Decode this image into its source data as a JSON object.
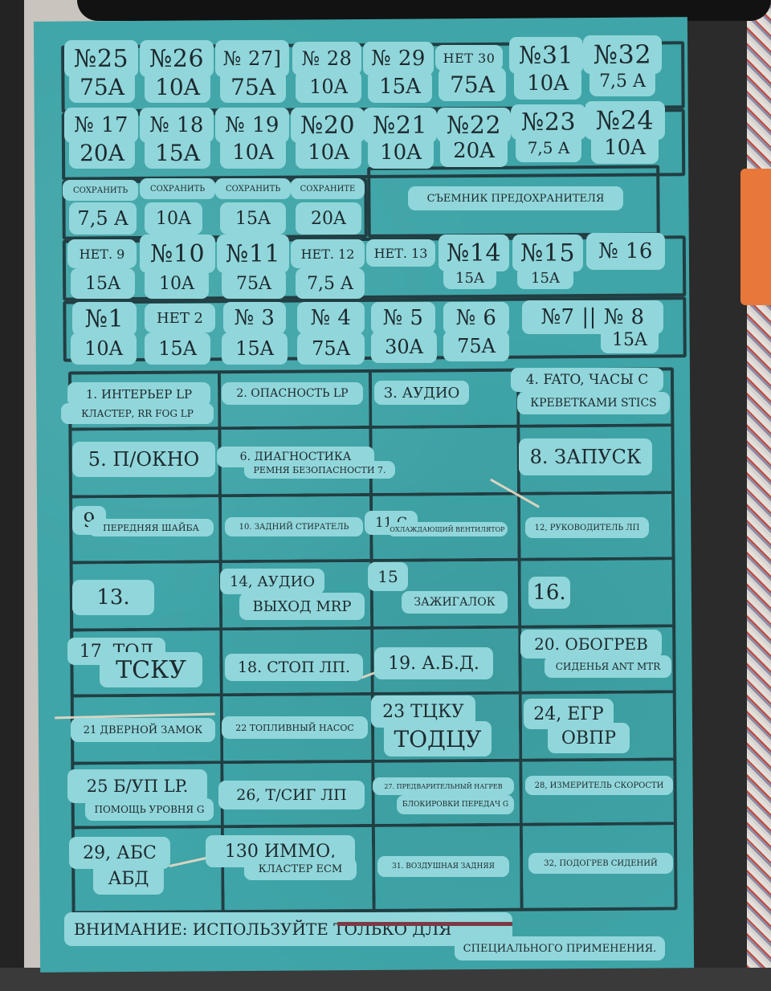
{
  "fuse_rows": [
    [
      {
        "num": "№25",
        "amp": "75A"
      },
      {
        "num": "№26",
        "amp": "10A"
      },
      {
        "num": "№ 27]",
        "amp": "75A"
      },
      {
        "num": "№ 28",
        "amp": "10A"
      },
      {
        "num": "№ 29",
        "amp": "15A"
      },
      {
        "num": "НЕТ 30",
        "amp": "75A"
      },
      {
        "num": "№31",
        "amp": "10A"
      },
      {
        "num": "№32",
        "amp": "7,5 A"
      }
    ],
    [
      {
        "num": "№ 17",
        "amp": "20A"
      },
      {
        "num": "№ 18",
        "amp": "15A"
      },
      {
        "num": "№ 19",
        "amp": "10A"
      },
      {
        "num": "№20",
        "amp": "10A"
      },
      {
        "num": "№21",
        "amp": "10A"
      },
      {
        "num": "№22",
        "amp": "20A"
      },
      {
        "num": "№23",
        "amp": "7,5 A"
      },
      {
        "num": "№24",
        "amp": "10A"
      }
    ],
    [
      {
        "num": "СОХРАНИТЬ",
        "amp": "7,5 A"
      },
      {
        "num": "СОХРАНИТЬ",
        "amp": "10A"
      },
      {
        "num": "СОХРАНИТЬ",
        "amp": "15A"
      },
      {
        "num": "СОХРАНИТЕ",
        "amp": "20A"
      }
    ],
    [
      {
        "num": "НЕТ. 9",
        "amp": "15A"
      },
      {
        "num": "№10",
        "amp": "10A"
      },
      {
        "num": "№11",
        "amp": "75A"
      },
      {
        "num": "НЕТ. 12",
        "amp": "7,5 A"
      },
      {
        "num": "НЕТ. 13",
        "amp": ""
      },
      {
        "num": "№14",
        "amp": "15A"
      },
      {
        "num": "№15",
        "amp": "15A"
      },
      {
        "num": "№ 16",
        "amp": ""
      }
    ],
    [
      {
        "num": "№1",
        "amp": "10A"
      },
      {
        "num": "НЕТ 2",
        "amp": "15A"
      },
      {
        "num": "№ 3",
        "amp": "15A"
      },
      {
        "num": "№ 4",
        "amp": "75A"
      },
      {
        "num": "№ 5",
        "amp": "30A"
      },
      {
        "num": "№ 6",
        "amp": "75A"
      },
      {
        "num": "№7 || № 8",
        "amp": "15A"
      }
    ]
  ],
  "fuse_puller": "СЪЕМНИК ПРЕДОХРАНИТЕЛЯ",
  "circuits": {
    "c1a": "1. ИНТЕРЬЕР LP",
    "c1b": "КЛАСТЕР, RR FOG LP",
    "c2": "2. ОПАСНОСТЬ LP",
    "c3": "3. АУДИО",
    "c4a": "4. FATO, ЧАСЫ С",
    "c4b": "КРЕВЕТКАМИ STICS",
    "c5": "5. П/ОКНО",
    "c6a": "6. ДИАГНОСТИКА",
    "c6b": "РЕМНЯ БЕЗОПАСНОСТИ 7.",
    "c8": "8. ЗАПУСК",
    "c9a": "9",
    "c9b": "ПЕРЕДНЯЯ ШАЙБА",
    "c10": "10. ЗАДНИЙ СТИРАТЕЛЬ",
    "c11a": "11 С",
    "c11b": "ОХЛАЖДАЮЩИЙ ВЕНТИЛЯТОР",
    "c12": "12, РУКОВОДИТЕЛЬ ЛП",
    "c13": "13.",
    "c14a": "14, АУДИО",
    "c14b": "ВЫХОД MRP",
    "c15a": "15",
    "c15b": "ЗАЖИГАЛОК",
    "c16": "16.",
    "c17a": "17. ТОД",
    "c17b": "ТСКУ",
    "c18": "18. СТОП ЛП.",
    "c19": "19. А.Б.Д.",
    "c20a": "20. ОБОГРЕВ",
    "c20b": "СИДЕНЬЯ ANT MTR",
    "c21": "21 ДВЕРНОЙ ЗАМОК",
    "c22": "22 ТОПЛИВНЫЙ НАСОС",
    "c23a": "23 ТЦКУ",
    "c23b": "ТОДЦУ",
    "c24a": "24, ЕГР",
    "c24b": "ОВПР",
    "c25a": "25 Б/УП LP.",
    "c25b": "ПОМОЩЬ УРОВНЯ G",
    "c26": "26, Т/СИГ ЛП",
    "c27a": "27. ПРЕДВАРИТЕЛЬНЫЙ НАГРЕВ",
    "c27b": "БЛОКИРОВКИ ПЕРЕДАЧ G",
    "c28": "28, ИЗМЕРИТЕЛЬ СКОРОСТИ",
    "c29a": "29, АБС",
    "c29b": "АБД",
    "c30a": "130 ИММО,",
    "c30b": "КЛАСТЕР ECM",
    "c31": "31. ВОЗДУШНАЯ ЗАДНЯЯ",
    "c32": "32, ПОДОГРЕВ СИДЕНИЙ"
  },
  "warning": {
    "line1": "ВНИМАНИЕ: ИСПОЛЬЗУЙТЕ ТОЛЬКО ДЛЯ",
    "line2": "СПЕЦИАЛЬНОГО ПРИМЕНЕНИЯ."
  }
}
